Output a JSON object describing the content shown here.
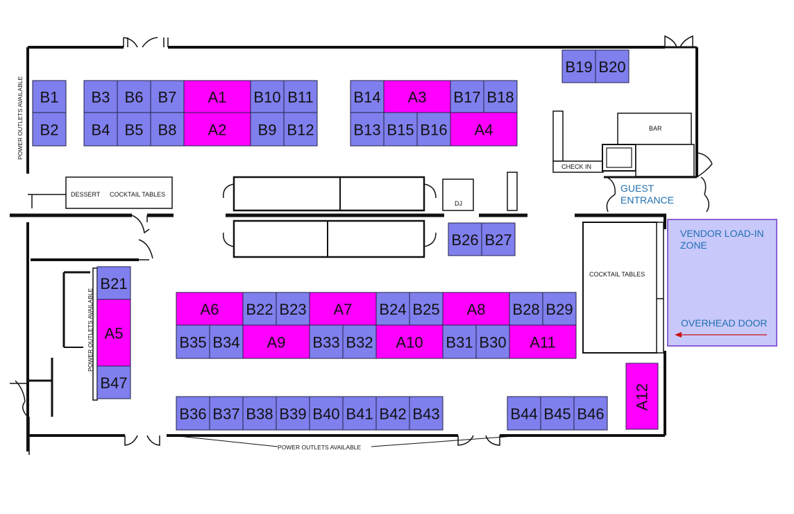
{
  "colors": {
    "booth_b": "#7f7fee",
    "booth_a": "#ff00ff",
    "booth_border": "#222244",
    "wall": "#111111",
    "label_blue": "#1f6fb0",
    "vendor_zone_fill": "#c8c8fb",
    "vendor_zone_border": "#8a5fd6",
    "arrow_red": "#cc1111"
  },
  "labels": {
    "power_left": "POWER OUTLETS AVAILABLE",
    "power_mid": "POWER OUTLETS AVAILABLE",
    "power_bottom": "POWER OUTLETS AVAILABLE",
    "dessert": "DESSERT",
    "cocktail_left": "COCKTAIL TABLES",
    "cocktail_right": "COCKTAIL TABLES",
    "dj": "DJ",
    "bar": "BAR",
    "check_in": "CHECK IN",
    "guest_entrance_1": "GUEST",
    "guest_entrance_2": "ENTRANCE",
    "vendor_1": "VENDOR LOAD-IN",
    "vendor_2": "ZONE",
    "overhead_door": "OVERHEAD DOOR"
  },
  "booths": [
    {
      "id": "B1",
      "type": "B"
    },
    {
      "id": "B2",
      "type": "B"
    },
    {
      "id": "B3",
      "type": "B"
    },
    {
      "id": "B6",
      "type": "B"
    },
    {
      "id": "B7",
      "type": "B"
    },
    {
      "id": "A1",
      "type": "A"
    },
    {
      "id": "B10",
      "type": "B"
    },
    {
      "id": "B11",
      "type": "B"
    },
    {
      "id": "B4",
      "type": "B"
    },
    {
      "id": "B5",
      "type": "B"
    },
    {
      "id": "B8",
      "type": "B"
    },
    {
      "id": "A2",
      "type": "A"
    },
    {
      "id": "B9",
      "type": "B"
    },
    {
      "id": "B12",
      "type": "B"
    },
    {
      "id": "B14",
      "type": "B"
    },
    {
      "id": "A3",
      "type": "A"
    },
    {
      "id": "B17",
      "type": "B"
    },
    {
      "id": "B18",
      "type": "B"
    },
    {
      "id": "B13",
      "type": "B"
    },
    {
      "id": "B15",
      "type": "B"
    },
    {
      "id": "B16",
      "type": "B"
    },
    {
      "id": "A4",
      "type": "A"
    },
    {
      "id": "B19",
      "type": "B"
    },
    {
      "id": "B20",
      "type": "B"
    },
    {
      "id": "B26",
      "type": "B"
    },
    {
      "id": "B27",
      "type": "B"
    },
    {
      "id": "B21",
      "type": "B"
    },
    {
      "id": "A5",
      "type": "A"
    },
    {
      "id": "B47",
      "type": "B"
    },
    {
      "id": "A6",
      "type": "A"
    },
    {
      "id": "B22",
      "type": "B"
    },
    {
      "id": "B23",
      "type": "B"
    },
    {
      "id": "A7",
      "type": "A"
    },
    {
      "id": "B24",
      "type": "B"
    },
    {
      "id": "B25",
      "type": "B"
    },
    {
      "id": "A8",
      "type": "A"
    },
    {
      "id": "B28",
      "type": "B"
    },
    {
      "id": "B29",
      "type": "B"
    },
    {
      "id": "B35",
      "type": "B"
    },
    {
      "id": "B34",
      "type": "B"
    },
    {
      "id": "A9",
      "type": "A"
    },
    {
      "id": "B33",
      "type": "B"
    },
    {
      "id": "B32",
      "type": "B"
    },
    {
      "id": "A10",
      "type": "A"
    },
    {
      "id": "B31",
      "type": "B"
    },
    {
      "id": "B30",
      "type": "B"
    },
    {
      "id": "A11",
      "type": "A"
    },
    {
      "id": "B36",
      "type": "B"
    },
    {
      "id": "B37",
      "type": "B"
    },
    {
      "id": "B38",
      "type": "B"
    },
    {
      "id": "B39",
      "type": "B"
    },
    {
      "id": "B40",
      "type": "B"
    },
    {
      "id": "B41",
      "type": "B"
    },
    {
      "id": "B42",
      "type": "B"
    },
    {
      "id": "B43",
      "type": "B"
    },
    {
      "id": "B44",
      "type": "B"
    },
    {
      "id": "B45",
      "type": "B"
    },
    {
      "id": "B46",
      "type": "B"
    },
    {
      "id": "A12",
      "type": "A"
    }
  ]
}
